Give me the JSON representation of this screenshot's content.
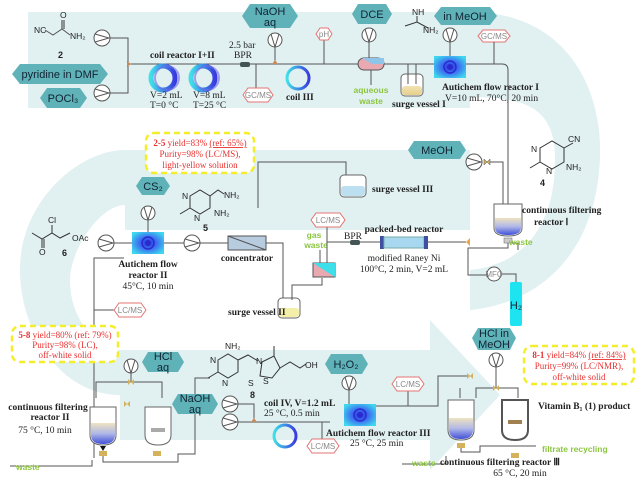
{
  "reagents": {
    "pyridine": "pyridine in DMF",
    "pocl3": "POCl₃",
    "naoh1_l1": "NaOH",
    "naoh1_l2": "aq",
    "dce": "DCE",
    "meoh1": "in MeOH",
    "meoh2": "MeOH",
    "cs2": "CS₂",
    "hcl_l1": "HCl",
    "hcl_l2": "aq",
    "naoh2_l1": "NaOH",
    "naoh2_l2": "aq",
    "h2o2": "H₂O₂",
    "hclmeoh_l1": "HCl in",
    "hclmeoh_l2": "MeOH",
    "h2": "H₂"
  },
  "compounds": {
    "c2": "2",
    "c4": "4",
    "c5": "5",
    "c6": "6",
    "c8": "8",
    "nc": "NC",
    "nh2": "NH₂",
    "o": "O",
    "nh": "NH",
    "cn": "CN",
    "n": "N",
    "cl": "Cl",
    "oac": "OAc",
    "oh": "OH",
    "s": "S"
  },
  "units": {
    "coil12": "coil reactor I+II",
    "coil1_v": "V=2 mL",
    "coil1_t": "T=0 °C",
    "coil2_v": "V=8 mL",
    "coil2_t": "T=25 °C",
    "bpr1_l1": "2.5 bar",
    "bpr1_l2": "BPR",
    "coil3": "coil III",
    "surge1": "surge vessel I",
    "autichem1": "Autichem flow reactor I",
    "autichem1_cond": "V=10 mL, 70°C, 20 min",
    "cfr1_l1": "continuous filtering",
    "cfr1_l2": "reactor Ⅰ",
    "surge3": "surge vessel III",
    "autichem2_l1": "Autichem flow",
    "autichem2_l2": "reactor II",
    "autichem2_cond": "45°C, 10 min",
    "concentrator": "concentrator",
    "surge2": "surge vessel II",
    "bpr2": "BPR",
    "packed": "packed-bed reactor",
    "packed_cat": "modified Raney Ni",
    "packed_cond": "100°C, 2 min, V=2 mL",
    "mfc": "MFC",
    "cfr2_l1": "continuous filtering",
    "cfr2_l2": "reactor II",
    "cfr2_cond": "75 °C, 10 min",
    "coil4": "coil  IV, V=1.2 mL",
    "coil4_cond": "25 °C, 0.5 min",
    "autichem3": "Autichem flow reactor III",
    "autichem3_cond": "25 °C, 25 min",
    "product": "Vitamin B₁ (1) product",
    "cfr3": "continuous filtering reactor Ⅲ",
    "cfr3_cond": "65 °C, 20 min"
  },
  "analytics": {
    "gcms": "GC/MS",
    "lcms": "LC/MS",
    "ph": "pH"
  },
  "waste": {
    "aqueous_l1": "aqueous",
    "aqueous_l2": "waste",
    "gas_l1": "gas",
    "gas_l2": "waste",
    "waste": "waste",
    "filtrate": "filtrate recycling"
  },
  "results": {
    "r25": {
      "l1a": "2-5",
      "l1b": " yield=83% ",
      "l1c": "(ref: 65%)",
      "l2": "Purity=98% (LC/MS),",
      "l3": "light-yellow solution"
    },
    "r58": {
      "l1a": "5-8",
      "l1b": " yield=80% (ref: 79%)",
      "l2": "Purity=98% (LC),",
      "l3": "off-white solid"
    },
    "r81": {
      "l1a": "8-1",
      "l1b": " yield=84% ",
      "l1c": "(ref: 84%)",
      "l2": "Purity=99% (LC/NMR),",
      "l3": "off-white solid"
    }
  },
  "colors": {
    "band": "#e1f0f1",
    "reagent_fill": "#5fb3b8",
    "yellow_box": "#f4ee2a",
    "waste_green": "#8cc63f",
    "h2_cyan": "#1ee3f0"
  }
}
